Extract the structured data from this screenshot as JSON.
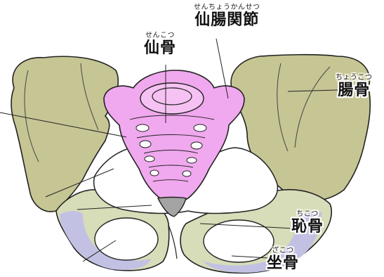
{
  "labels": {
    "sacrum": {
      "ruby": "せんこつ",
      "name": "仙骨"
    },
    "sacroiliac_joint": {
      "ruby": "せんちょうかんせつ",
      "name": "仙腸関節"
    },
    "ilium": {
      "ruby": "ちょうこつ",
      "name": "腸骨"
    },
    "pubis": {
      "ruby": "ちこつ",
      "name": "恥骨"
    },
    "ischium": {
      "ruby": "ざこつ",
      "name": "坐骨"
    }
  },
  "colors": {
    "ilium": "#c6c594",
    "ilium_dark": "#9e9d6a",
    "sacrum": "#f0a8ee",
    "sacrum_dark": "#c27ac0",
    "pubis": "#d6ddb8",
    "ischium": "#c2c1e4",
    "coccyx": "#a4a4a4",
    "outline": "#222222"
  }
}
